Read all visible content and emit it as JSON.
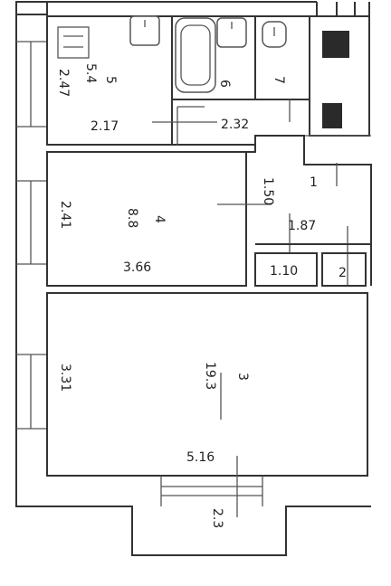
{
  "plan": {
    "colors": {
      "wall": "#333333",
      "background": "#ffffff",
      "column": "#2a2a2a"
    },
    "rooms": [
      {
        "id": "room-5",
        "number": "5",
        "area": "5.4"
      },
      {
        "id": "room-6",
        "number": "6",
        "area": ""
      },
      {
        "id": "room-7",
        "number": "7",
        "area": ""
      },
      {
        "id": "room-4",
        "number": "4",
        "area": "8.8"
      },
      {
        "id": "room-3",
        "number": "3",
        "area": "19.3"
      },
      {
        "id": "room-1",
        "number": "1",
        "area": ""
      },
      {
        "id": "room-2",
        "number": "2",
        "area": ""
      }
    ],
    "dimensions": {
      "room5_height": "2.47",
      "room5_width": "2.17",
      "corridor_width": "2.32",
      "room4_height": "2.41",
      "room4_width": "3.66",
      "hall_depth": "1.50",
      "hall_width": "1.87",
      "closet_width": "1.10",
      "room3_height": "3.31",
      "room3_width": "5.16",
      "balcony_depth": "2.3"
    },
    "fixtures": [
      "toilet-icon",
      "sink-icon",
      "bathtub-icon",
      "basin-icon"
    ]
  }
}
